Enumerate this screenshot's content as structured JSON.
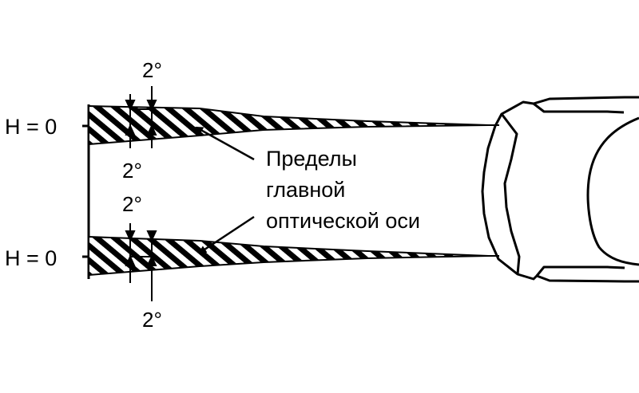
{
  "labels": {
    "h_upper": "H = 0",
    "h_lower": "H = 0",
    "angle_top": "2°",
    "angle_mid_upper": "2°",
    "angle_mid_lower": "2°",
    "angle_bottom": "2°"
  },
  "annotation": {
    "line1": "Пределы",
    "line2": "главной",
    "line3": "оптической оси"
  },
  "colors": {
    "ink": "#000000",
    "paper": "#ffffff"
  }
}
